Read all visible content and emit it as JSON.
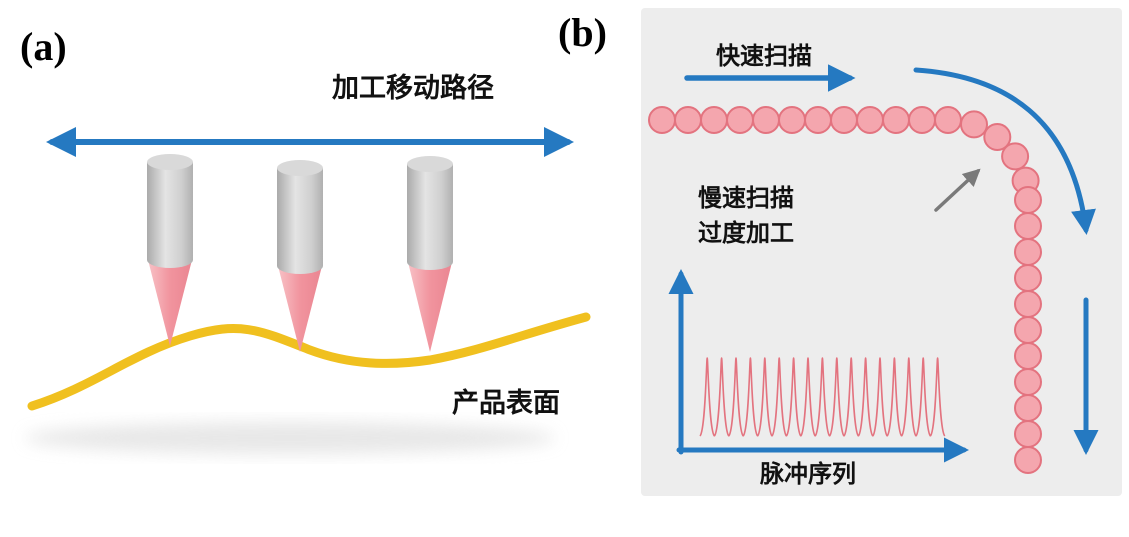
{
  "figure": {
    "panel_a": {
      "label": "(a)",
      "machining_path_label": "加工移动路径",
      "surface_label": "产品表面"
    },
    "panel_b": {
      "label": "(b)",
      "fast_scan_label": "快速扫描",
      "slow_scan_label_line1": "慢速扫描",
      "slow_scan_label_line2": "过度加工",
      "pulse_sequence_label": "脉冲序列"
    },
    "colors": {
      "arrow_blue": "#2579c1",
      "spot_fill": "#f4a6ae",
      "spot_stroke": "#e3737f",
      "surface_yellow": "#f0c01f",
      "cone_pink": "#f1949e",
      "cylinder_gray": "#cccccc",
      "panel_b_background": "#ededed",
      "pointer_gray": "#7a7a7a"
    }
  }
}
